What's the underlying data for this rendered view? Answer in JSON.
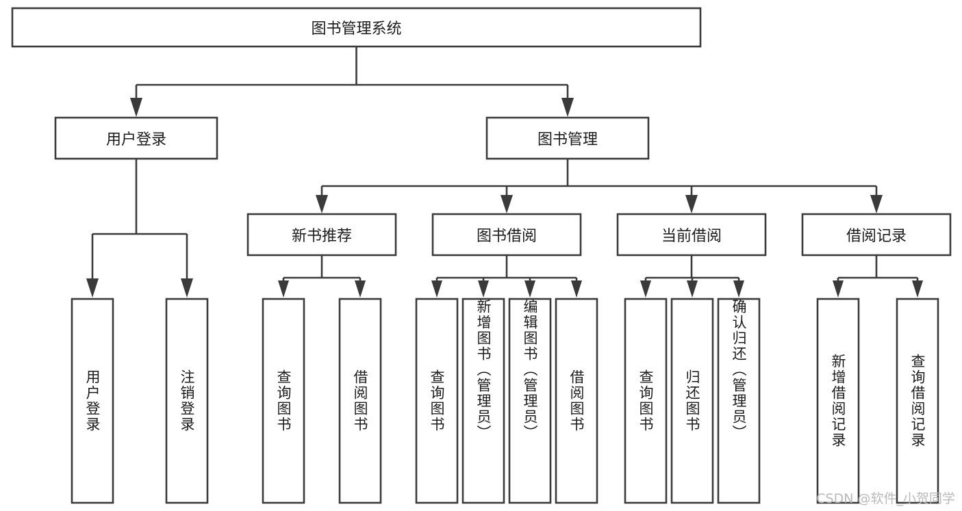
{
  "diagram": {
    "title": "图书管理系统",
    "type": "tree-hierarchy",
    "colors": {
      "box_stroke": "#3a3a3a",
      "box_fill": "#ffffff",
      "connector": "#3a3a3a",
      "text": "#1b1b1b",
      "watermark": "#b9b9b9",
      "background": "#ffffff"
    },
    "root": {
      "label": "图书管理系统"
    },
    "level2": [
      {
        "label": "用户登录"
      },
      {
        "label": "图书管理"
      }
    ],
    "level3": [
      {
        "label": "新书推荐"
      },
      {
        "label": "图书借阅"
      },
      {
        "label": "当前借阅"
      },
      {
        "label": "借阅记录"
      }
    ],
    "leaves": {
      "user_login": [
        {
          "label": "用户登录"
        },
        {
          "label": "注销登录"
        }
      ],
      "new_book_recommend": [
        {
          "label": "查询图书"
        },
        {
          "label": "借阅图书"
        }
      ],
      "book_borrow": [
        {
          "label": "查询图书"
        },
        {
          "label": "新增图书（管理员）"
        },
        {
          "label": "编辑图书（管理员）"
        },
        {
          "label": "借阅图书"
        }
      ],
      "current_borrow": [
        {
          "label": "查询图书"
        },
        {
          "label": "归还图书"
        },
        {
          "label": "确认归还（管理员）"
        }
      ],
      "borrow_record": [
        {
          "label": "新增借阅记录"
        },
        {
          "label": "查询借阅记录"
        }
      ]
    }
  },
  "watermark": {
    "text": "CSDN @软件_小贺同学"
  }
}
